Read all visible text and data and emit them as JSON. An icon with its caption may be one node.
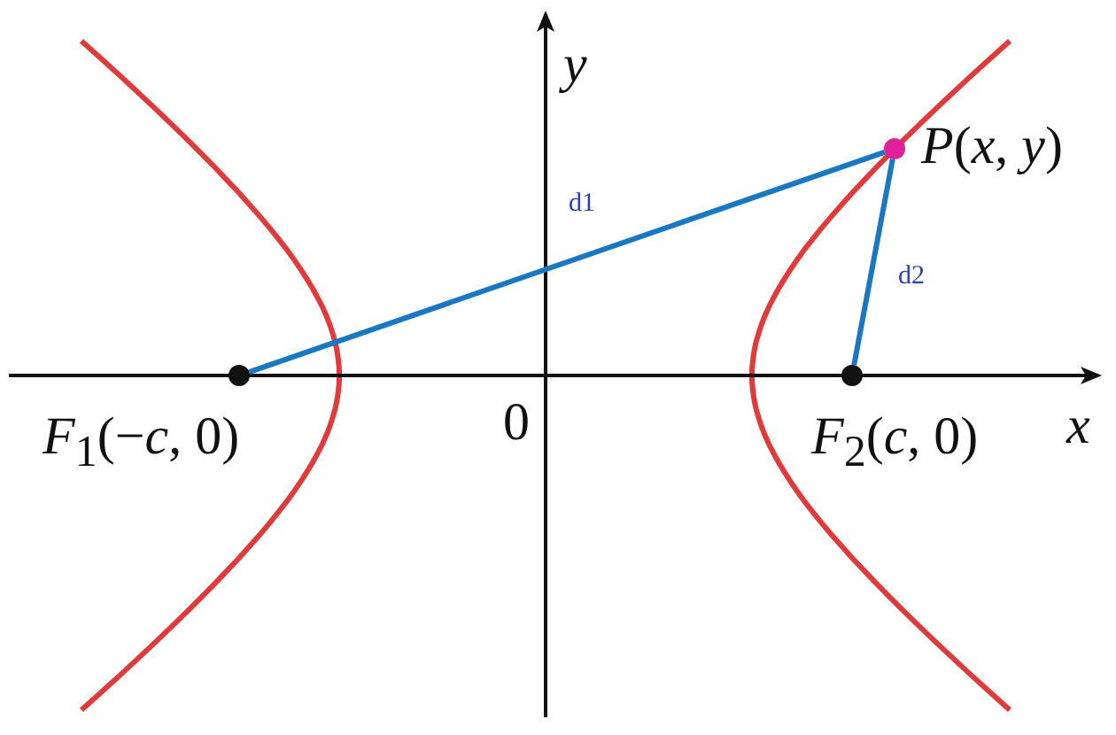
{
  "diagram": {
    "nodes": [
      {
        "text": [],
        "shape": "circle",
        "beside": [
          "*F*$_{1}$(−*c*, 0)"
        ]
      },
      {
        "text": [],
        "shape": "circle",
        "beside": [
          "*F*$_{2}$(*c*, 0)"
        ]
      },
      {
        "text": [],
        "shape": "circle",
        "beside": [
          "*P*(*x*, *y*)"
        ]
      }
    ],
    "edges": [
      {
        "from": 0,
        "to": 2,
        "arrow": "none",
        "label": "d1"
      },
      {
        "from": 1,
        "to": 2,
        "arrow": "none",
        "label": "d2"
      }
    ],
    "labels": [
      "*y*",
      "0",
      "*x*"
    ]
  }
}
